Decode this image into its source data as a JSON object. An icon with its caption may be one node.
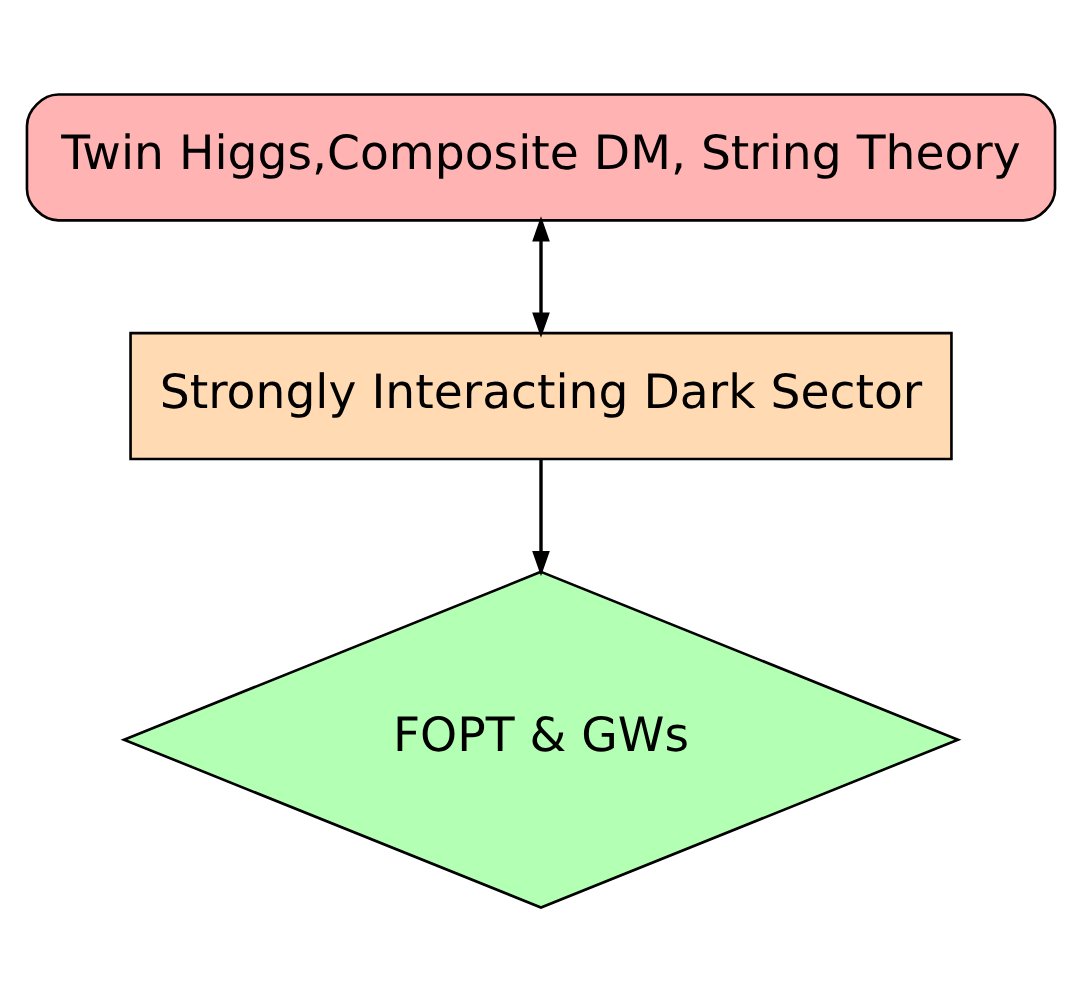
{
  "diagram": {
    "nodes": [
      {
        "text": [
          "Twin Higgs,Composite DM, String Theory"
        ]
      },
      {
        "text": [
          "Strongly Interacting Dark Sector"
        ]
      },
      {
        "text": [
          "FOPT & GWs"
        ]
      }
    ],
    "edges": [
      {
        "from": 0,
        "to": 1,
        "arrow": "both"
      },
      {
        "from": 1,
        "to": 2,
        "arrow": "to"
      }
    ]
  }
}
